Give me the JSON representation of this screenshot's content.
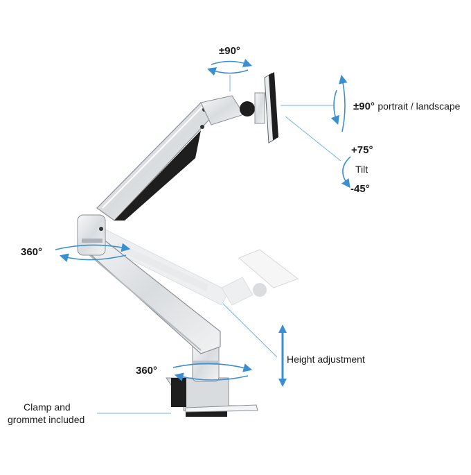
{
  "labels": {
    "top_swivel": "±90°",
    "rotation_value": "±90°",
    "rotation_text": "portrait / landscape",
    "tilt_up": "+75°",
    "tilt_word": "Tilt",
    "tilt_down": "-45°",
    "arm_swivel": "360°",
    "base_swivel": "360°",
    "height": "Height adjustment",
    "clamp_line1": "Clamp and",
    "clamp_line2": "grommet included"
  },
  "colors": {
    "arrow_blue": "#3a8fd0",
    "leader_blue": "#6fb3e3",
    "arm_silver": "#e4e6e8",
    "arm_edge": "#9aa0a6",
    "dark": "#1e1e1e"
  }
}
